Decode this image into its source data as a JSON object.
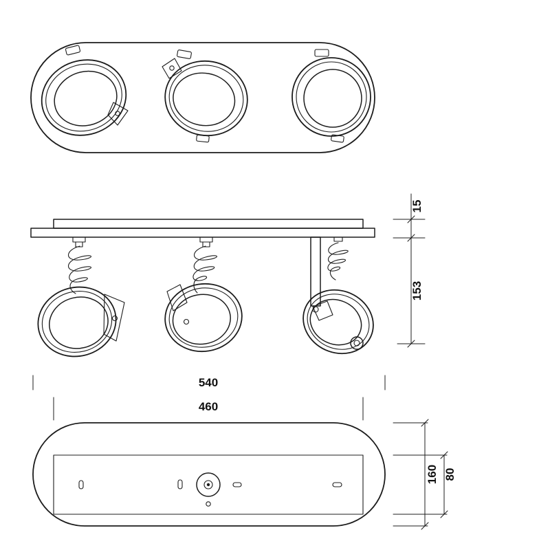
{
  "dimensions": {
    "canopy_thickness": "15",
    "fixture_height": "153",
    "overall_width": "540",
    "inner_width": "460",
    "overall_depth": "160",
    "inner_depth": "80"
  },
  "colors": {
    "line": "#1c1c1c",
    "text": "#111111",
    "background": "#ffffff"
  }
}
